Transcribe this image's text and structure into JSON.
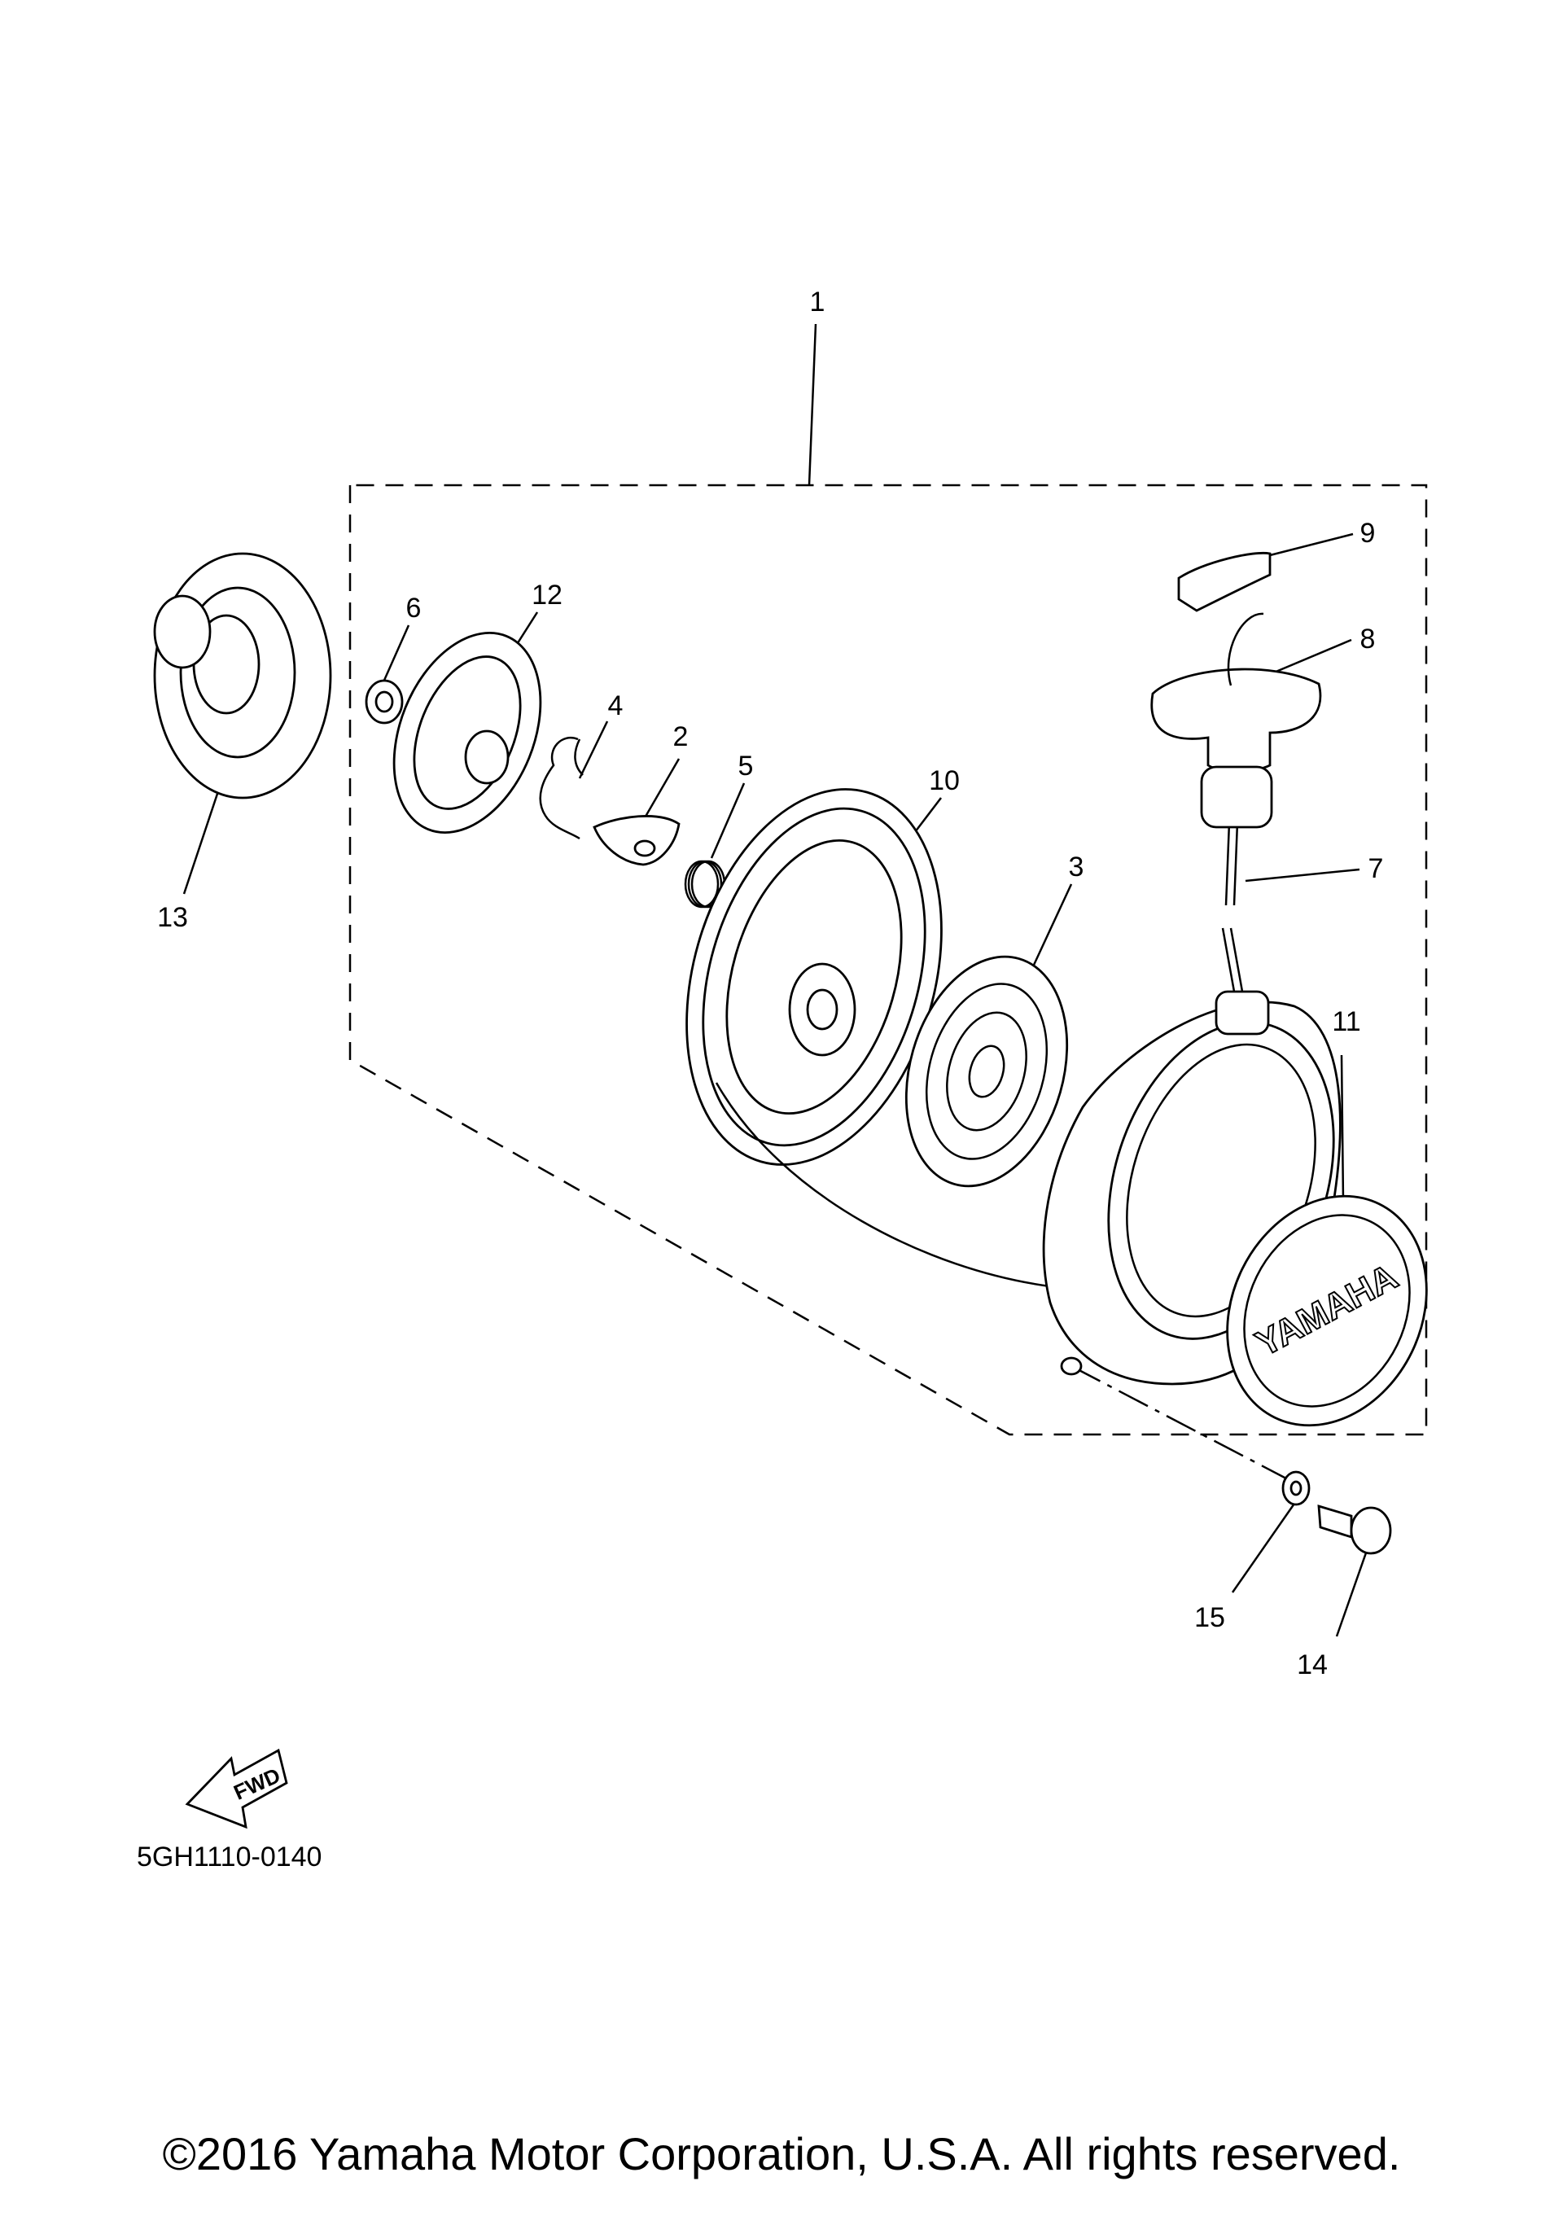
{
  "diagram": {
    "drawing_code": "5GH1110-0140",
    "fwd_label": "FWD",
    "brand_emblem": "YAMAHA",
    "copyright": "©2016 Yamaha Motor Corporation, U.S.A. All rights reserved.",
    "callouts": [
      "1",
      "2",
      "3",
      "4",
      "5",
      "6",
      "7",
      "8",
      "9",
      "10",
      "11",
      "12",
      "13",
      "14",
      "15"
    ]
  }
}
